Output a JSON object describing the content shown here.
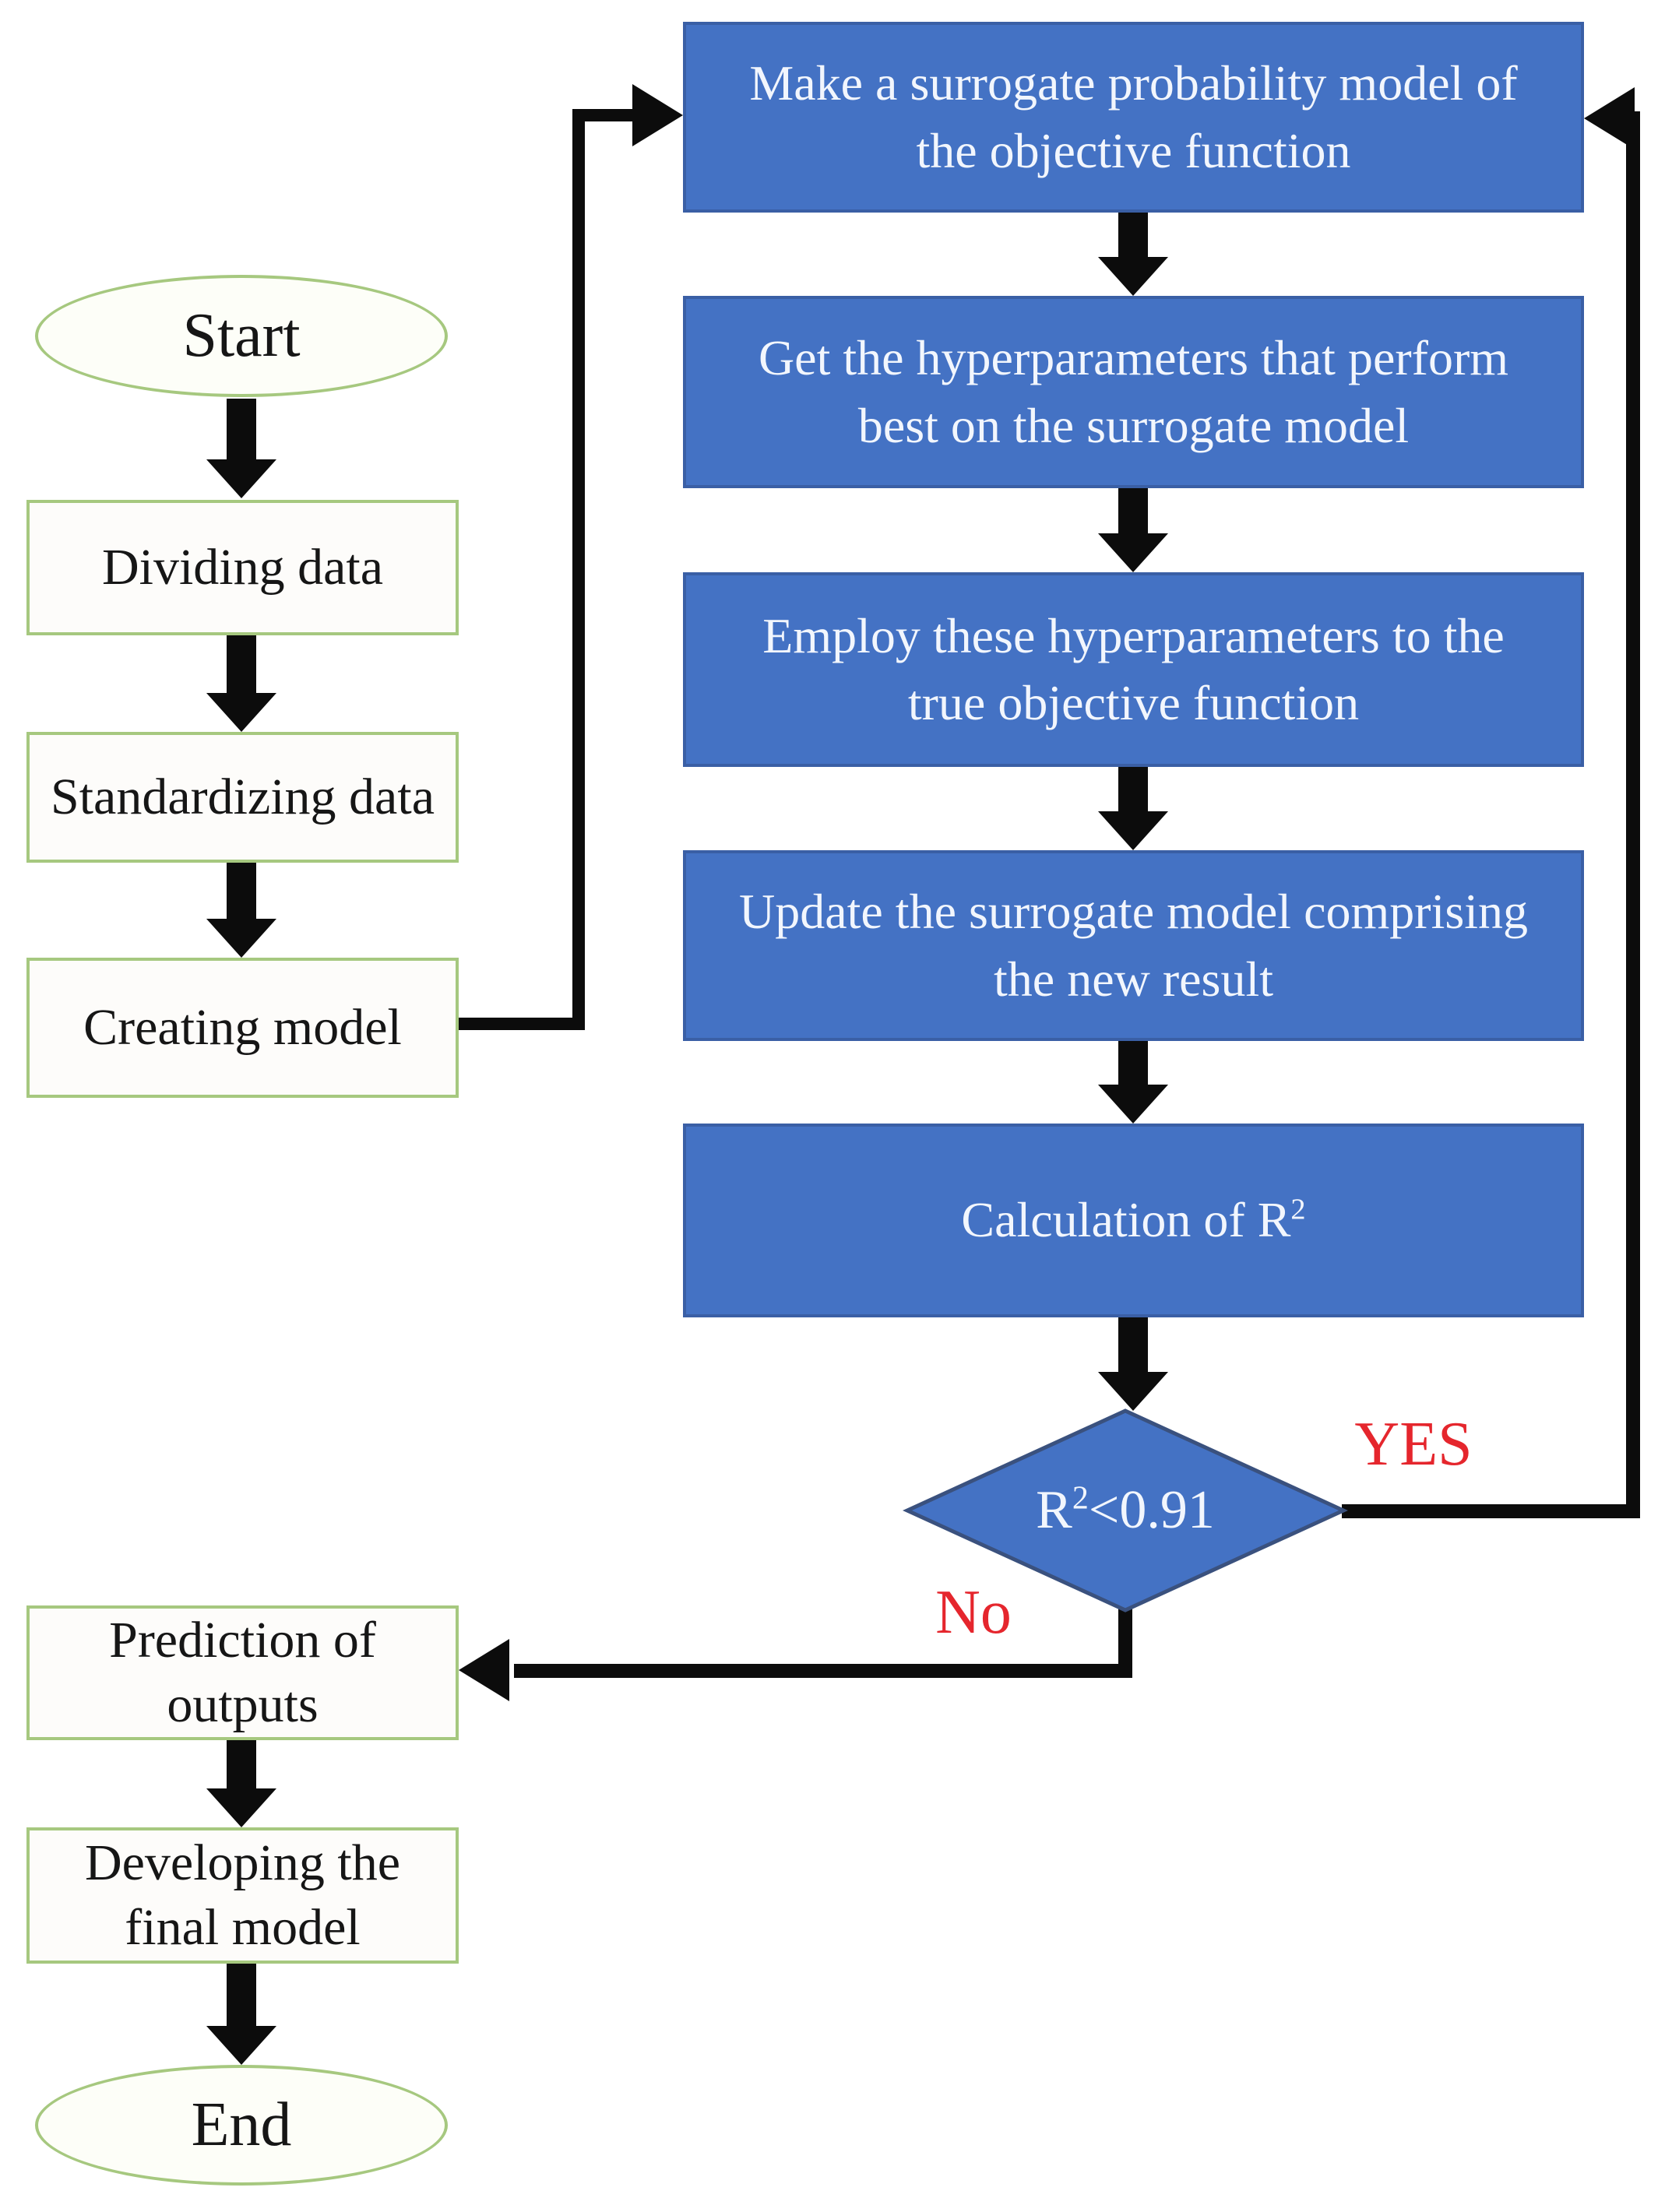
{
  "figure": {
    "type": "flowchart",
    "nodes": {
      "start": "Start",
      "dividing_data": "Dividing data",
      "standardizing_data": "Standardizing data",
      "creating_model": "Creating model",
      "make_surrogate": "Make a surrogate probability model of\nthe objective function",
      "get_hyperparameters": "Get the hyperparameters that perform\nbest on the surrogate model",
      "employ_hyperparameters": "Employ these hyperparameters to the\ntrue objective function",
      "update_surrogate": "Update the surrogate model comprising\nthe new result",
      "calculation_prefix": "Calculation of R",
      "superscript_two": "2",
      "decision_prefix": "R",
      "decision_condition": "<0.91",
      "prediction_outputs": "Prediction of\noutputs",
      "developing_final": "Developing the\nfinal model",
      "end": "End"
    },
    "edge_labels": {
      "yes": "YES",
      "no": "No"
    },
    "colors": {
      "process_fill": "#4472c4",
      "process_border": "#3a5fa5",
      "terminal_fill": "#fdfcfa",
      "terminal_border": "#a6c87f",
      "connector": "#0c0c0c",
      "edge_label_red": "#e5262d",
      "process_text": "#f2f6fd",
      "terminal_text": "#161616"
    }
  }
}
